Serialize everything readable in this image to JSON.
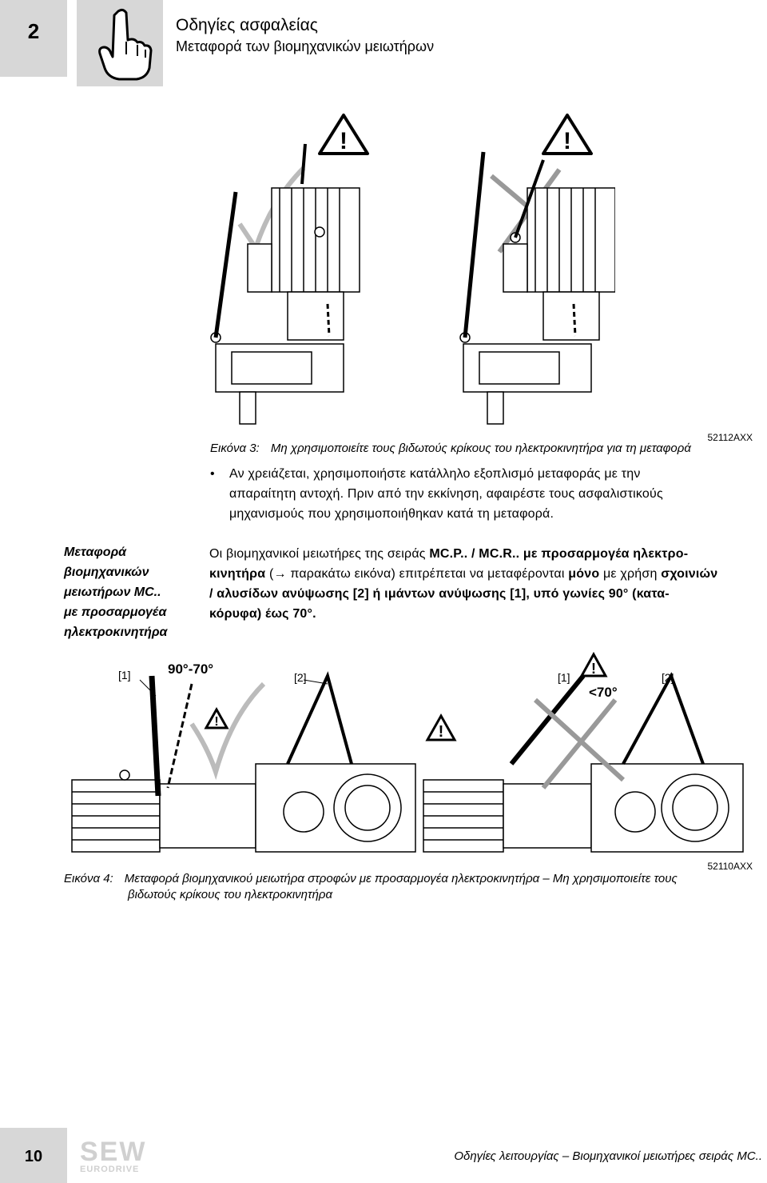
{
  "header": {
    "chapter": "2",
    "title": "Οδηγίες ασφαλείας",
    "subtitle": "Μεταφορά των βιομηχανικών μειωτήρων"
  },
  "figure3": {
    "code": "52112AXX",
    "label": "Εικόνα 3:",
    "caption": "Μη χρησιμοποιείτε τους βιδωτούς κρίκους του ηλεκτροκινητήρα για τη μεταφορά"
  },
  "bullet": {
    "line1": "Αν χρειάζεται, χρησιμοποιήστε κατάλληλο εξοπλισμό μεταφοράς με την",
    "line2": "απαραίτητη αντοχή. Πριν από την εκκίνηση, αφαιρέστε τους ασφαλιστικούς",
    "line3": "μηχανισμούς που χρησιμοποιήθηκαν κατά τη μεταφορά."
  },
  "side_heading": {
    "line1": "Μεταφορά",
    "line2": "βιομηχανικών",
    "line3": "μειωτήρων MC..",
    "line4": "με προσαρμογέα",
    "line5": "ηλεκτροκινητήρα"
  },
  "paragraph": {
    "p1": "Οι βιομηχανικοί μειωτήρες της σειράς ",
    "p1b": "MC.P..  / MC.R..  με προσαρμογέα ηλεκτρο-",
    "p2a": "κινητήρα",
    "p2b": " (→ παρακάτω εικόνα) επιτρέπεται να μεταφέρονται ",
    "p2c": "μόνο",
    "p2d": " με χρήση ",
    "p2e": "σχοινιών",
    "p3": "/ αλυσίδων ανύψωσης [2] ή ιμάντων ανύψωσης [1],  υπό γωνίες 90° (κατα-",
    "p4": "κόρυφα) έως 70°."
  },
  "figure4": {
    "code": "52110AXX",
    "label": "Εικόνα 4:",
    "caption_line1": "Μεταφορά βιομηχανικού μειωτήρα στροφών με προσαρμογέα ηλεκτροκινητήρα – Μη χρησιμοποιείτε τους",
    "caption_line2": "βιδωτούς κρίκους του ηλεκτροκινητήρα",
    "callout_1_left": "[1]",
    "angle_left": "90°-70°",
    "callout_2_left": "[2]",
    "callout_1_right": "[1]",
    "angle_right": "<70°",
    "callout_2_right": "[2]"
  },
  "footer": {
    "page": "10",
    "text": "Οδηγίες λειτουργίας – Βιομηχανικοί μειωτήρες σειράς MC..",
    "logo_top": "SEW",
    "logo_bottom": "EURODRIVE"
  },
  "colors": {
    "tab_gray": "#d7d7d7",
    "ink": "#000000"
  }
}
